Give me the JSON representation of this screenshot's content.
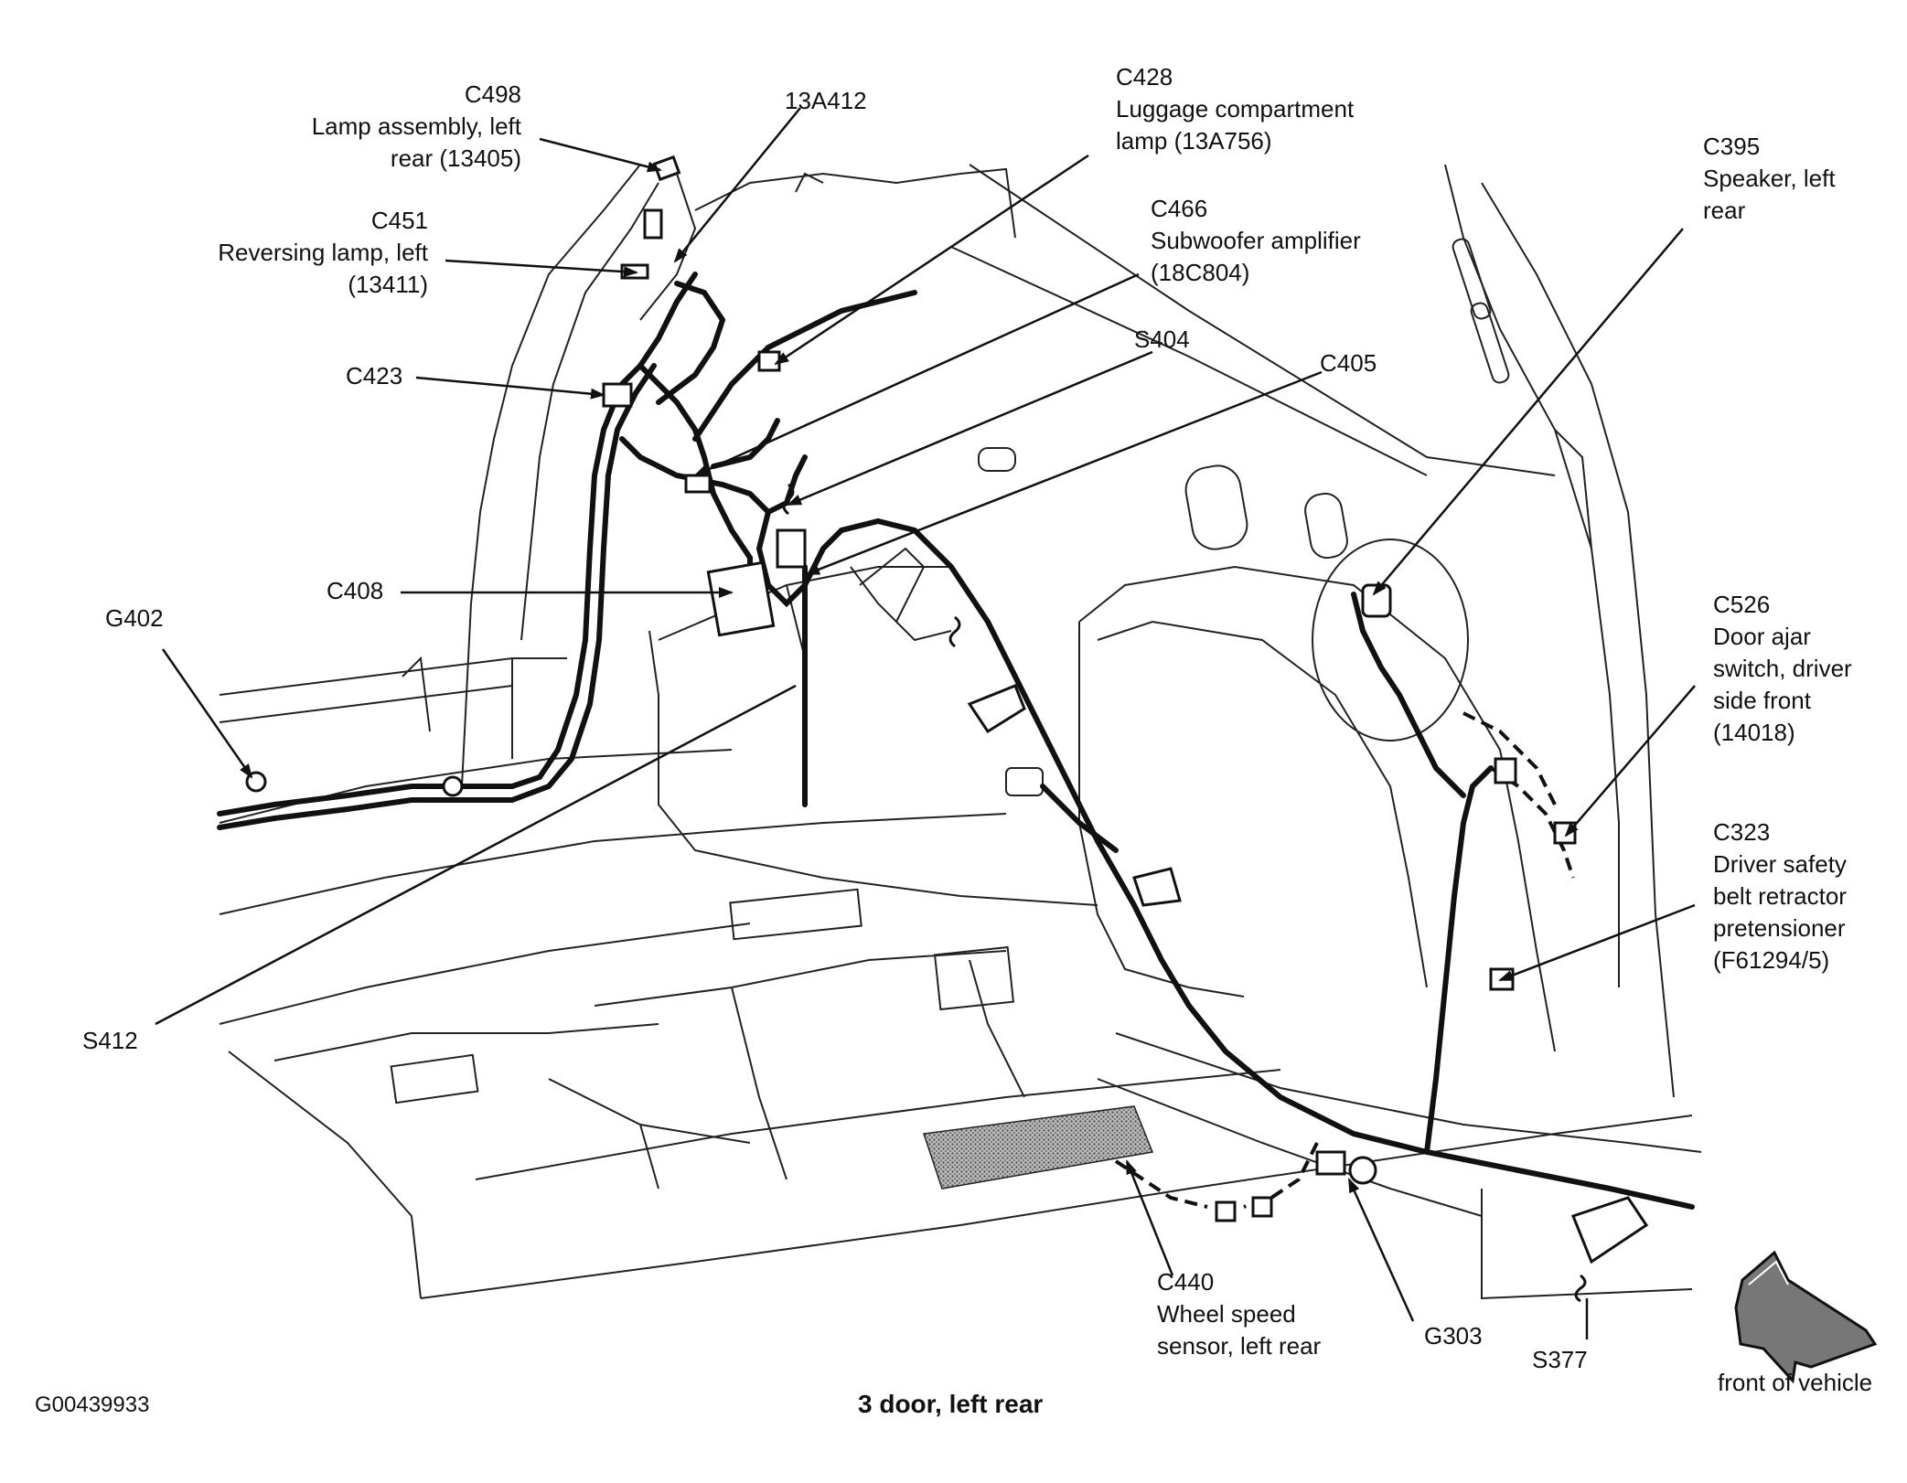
{
  "figure_id": "G00439933",
  "title": "3 door, left rear",
  "direction_label": "front of vehicle",
  "callouts": [
    {
      "id": "C498",
      "lines": [
        "Lamp assembly, left",
        "rear (13405)"
      ]
    },
    {
      "id": "13A412",
      "lines": []
    },
    {
      "id": "C428",
      "lines": [
        "Luggage compartment",
        "lamp (13A756)"
      ]
    },
    {
      "id": "C451",
      "lines": [
        "Reversing lamp, left",
        "(13411)"
      ]
    },
    {
      "id": "C466",
      "lines": [
        "Subwoofer amplifier",
        "(18C804)"
      ]
    },
    {
      "id": "S404",
      "lines": []
    },
    {
      "id": "C405",
      "lines": []
    },
    {
      "id": "C423",
      "lines": []
    },
    {
      "id": "C408",
      "lines": []
    },
    {
      "id": "G402",
      "lines": []
    },
    {
      "id": "S412",
      "lines": []
    },
    {
      "id": "C395",
      "lines": [
        "Speaker, left",
        "rear"
      ]
    },
    {
      "id": "C526",
      "lines": [
        "Door ajar",
        "switch, driver",
        "side front",
        "(14018)"
      ]
    },
    {
      "id": "C323",
      "lines": [
        "Driver safety",
        "belt retractor",
        "pretensioner",
        "(F61294/5)"
      ]
    },
    {
      "id": "C440",
      "lines": [
        "Wheel speed",
        "sensor, left rear"
      ]
    },
    {
      "id": "G303",
      "lines": []
    },
    {
      "id": "S377",
      "lines": []
    }
  ]
}
